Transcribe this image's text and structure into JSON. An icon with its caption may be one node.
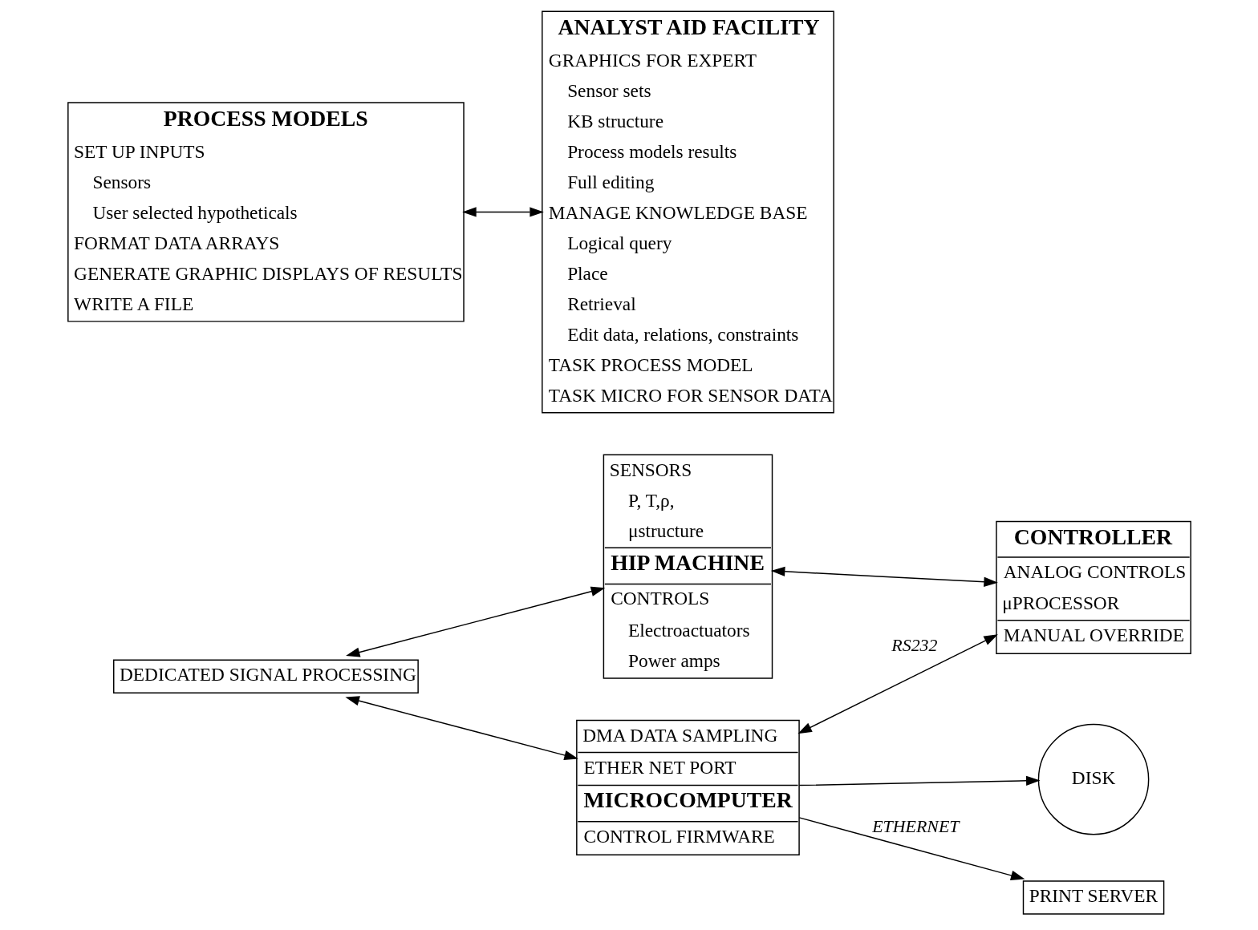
{
  "diagram": {
    "nodes": [
      {
        "text": [
          "DEDICATED SIGNAL PROCESSING"
        ]
      },
      {
        "text": [
          "SENSORS",
          "P, T,ρ,",
          "μstructure",
          "HIP MACHINE",
          "CONTROLS",
          "Electroactuators",
          "Power amps"
        ]
      },
      {
        "text": [
          "DISK"
        ]
      },
      {
        "text": [
          "DMA DATA SAMPLING",
          "ETHER NET PORT",
          "MICROCOMPUTER",
          "CONTROL FIRMWARE"
        ]
      },
      {
        "text": [
          "PROCESS MODELS",
          "SET UP INPUTS",
          "Sensors",
          "User selected hypotheticals",
          "FORMAT DATA ARRAYS",
          "GENERATE GRAPHIC DISPLAYS OF RESULTS",
          "WRITE A FILE"
        ]
      },
      {
        "text": [
          "PRINT SERVER"
        ]
      },
      {
        "text": [
          "ANALYST AID FACILITY",
          "GRAPHICS FOR EXPERT",
          "Sensor sets",
          "KB structure",
          "Process models results",
          "Full editing",
          "MANAGE KNOWLEDGE BASE",
          "Logical query",
          "Place",
          "Retrieval",
          "Edit data, relations, constraints",
          "TASK PROCESS MODEL",
          "TASK MICRO FOR SENSOR DATA"
        ]
      },
      {
        "text": [
          "CONTROLLER",
          "ANALOG CONTROLS",
          "μPROCESSOR",
          "MANUAL OVERRIDE"
        ]
      }
    ],
    "edges": [
      {
        "from": 0,
        "to": 1,
        "arrow": "both"
      },
      {
        "from": 0,
        "to": 3,
        "arrow": "both"
      },
      {
        "from": 3,
        "to": 2,
        "arrow": "to"
      },
      {
        "from": 3,
        "to": 5,
        "arrow": "to",
        "label": "ETHERNET"
      },
      {
        "from": 4,
        "to": 6,
        "arrow": "both"
      },
      {
        "from": 1,
        "to": 7,
        "arrow": "both"
      },
      {
        "from": 3,
        "to": 7,
        "arrow": "both",
        "label": "RS232"
      }
    ]
  }
}
